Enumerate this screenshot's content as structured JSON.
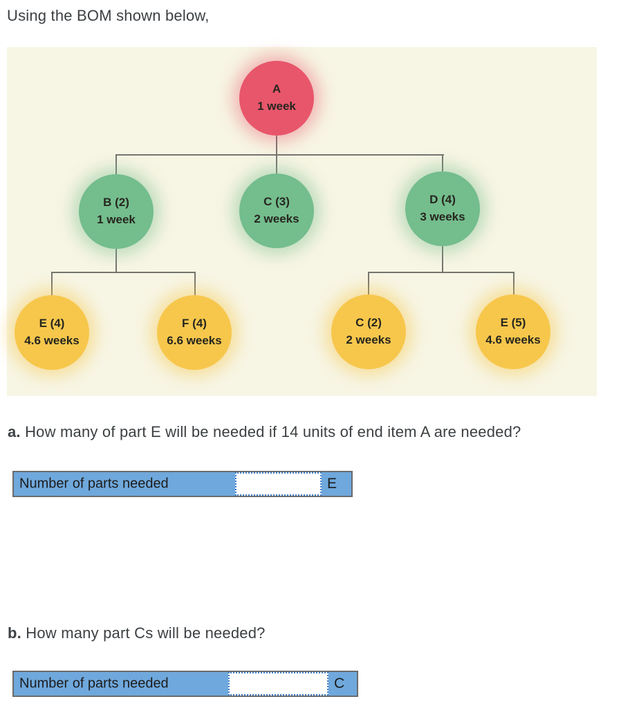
{
  "page": {
    "title": "Using the BOM shown below,"
  },
  "bom": {
    "colors": {
      "panel_bg": "#f7f5e4",
      "end_item": "#e8566b",
      "level1_item": "#74bd8d",
      "level2_item": "#f7c74c",
      "connector_line": "#75756f"
    },
    "nodes": [
      {
        "id": "A",
        "label": "A",
        "lead_time": "1 week",
        "level": 0
      },
      {
        "id": "B",
        "label": "B (2)",
        "lead_time": "1 week",
        "level": 1
      },
      {
        "id": "C",
        "label": "C (3)",
        "lead_time": "2 weeks",
        "level": 1
      },
      {
        "id": "D",
        "label": "D (4)",
        "lead_time": "3 weeks",
        "level": 1
      },
      {
        "id": "E1",
        "label": "E (4)",
        "lead_time": "4.6 weeks",
        "level": 2
      },
      {
        "id": "F",
        "label": "F (4)",
        "lead_time": "6.6 weeks",
        "level": 2
      },
      {
        "id": "C2",
        "label": "C (2)",
        "lead_time": "2 weeks",
        "level": 2
      },
      {
        "id": "E2",
        "label": "E (5)",
        "lead_time": "4.6 weeks",
        "level": 2
      }
    ],
    "edges": [
      [
        "A",
        "B"
      ],
      [
        "A",
        "C"
      ],
      [
        "A",
        "D"
      ],
      [
        "B",
        "E1"
      ],
      [
        "B",
        "F"
      ],
      [
        "D",
        "C2"
      ],
      [
        "D",
        "E2"
      ]
    ]
  },
  "questions": [
    {
      "prefix": "a.",
      "text": "How many of part E will be needed if 14 units of end item A are needed?",
      "row_label": "Number of parts needed",
      "input_value": "",
      "part_letter": "E"
    },
    {
      "prefix": "b.",
      "text": "How many part Cs will be needed?",
      "row_label": "Number of parts needed",
      "input_value": "",
      "part_letter": "C"
    }
  ]
}
